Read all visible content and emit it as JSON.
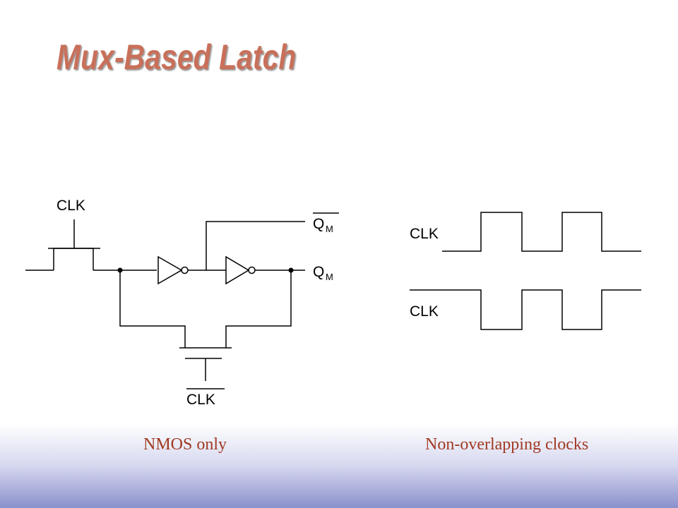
{
  "slide": {
    "title": "Mux-Based Latch"
  },
  "circuit": {
    "clk_label": "CLK",
    "clkb_label": "CLK",
    "qmb_label": "Q",
    "qmb_subscript": "M",
    "qm_label": "Q",
    "qm_subscript": "M",
    "caption": "NMOS only"
  },
  "waveforms": {
    "clk_label": "CLK",
    "clkb_label": "CLK",
    "caption": "Non-overlapping clocks"
  },
  "colors": {
    "title": "#c8705a",
    "caption": "#a03a22",
    "footer_gradient": "#8a90cc"
  }
}
